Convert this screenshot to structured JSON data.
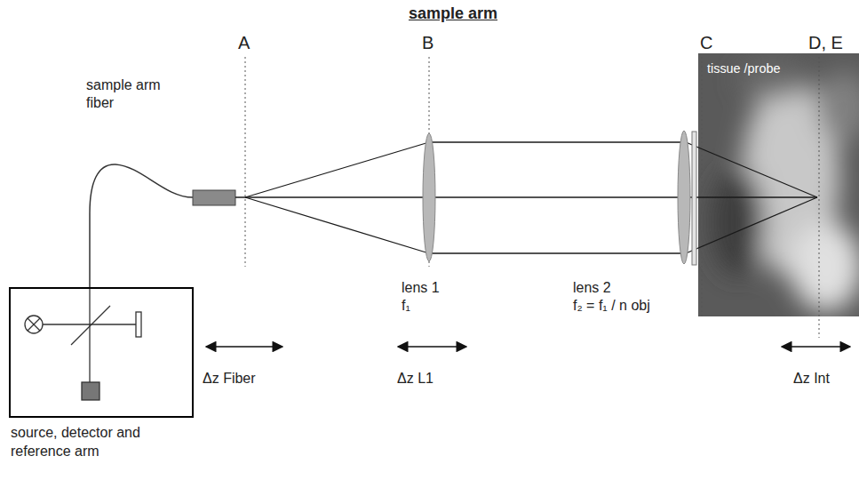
{
  "diagram": {
    "title": "sample arm",
    "nodes": [
      {
        "text": [
          "source, detector and reference arm"
        ]
      },
      {
        "text": [
          "tissue /probe"
        ]
      }
    ],
    "labels": [
      "A",
      "B",
      "C",
      "D, E",
      "sample arm fiber",
      "lens 1",
      "f₁",
      "lens 2",
      "f₂ = f₁ / n obj",
      "Δz Fiber",
      "Δz L1",
      "Δz Int"
    ]
  }
}
